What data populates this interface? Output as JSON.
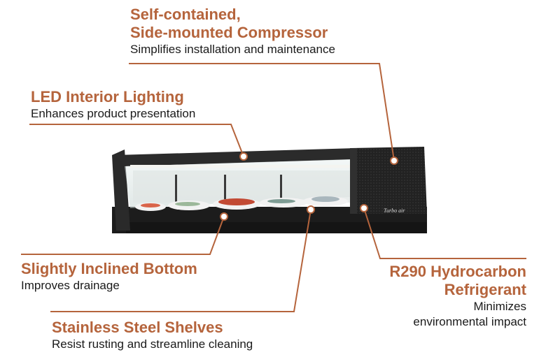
{
  "features": {
    "compressor": {
      "title_line1": "Self-contained,",
      "title_line2": "Side-mounted Compressor",
      "description": "Simplifies installation and maintenance"
    },
    "lighting": {
      "title": "LED Interior Lighting",
      "description": "Enhances product presentation"
    },
    "bottom": {
      "title": "Slightly Inclined Bottom",
      "description": "Improves drainage"
    },
    "refrigerant": {
      "title_line1": "R290 Hydrocarbon",
      "title_line2": "Refrigerant",
      "description_line1": "Minimizes",
      "description_line2": "environmental impact"
    },
    "shelves": {
      "title": "Stainless Steel Shelves",
      "description": "Resist rusting and streamline cleaning"
    }
  },
  "product": {
    "brand": "Turbo air"
  },
  "colors": {
    "accent": "#b5643c",
    "line": "#b5643c",
    "case_body": "#1c1c1c"
  }
}
